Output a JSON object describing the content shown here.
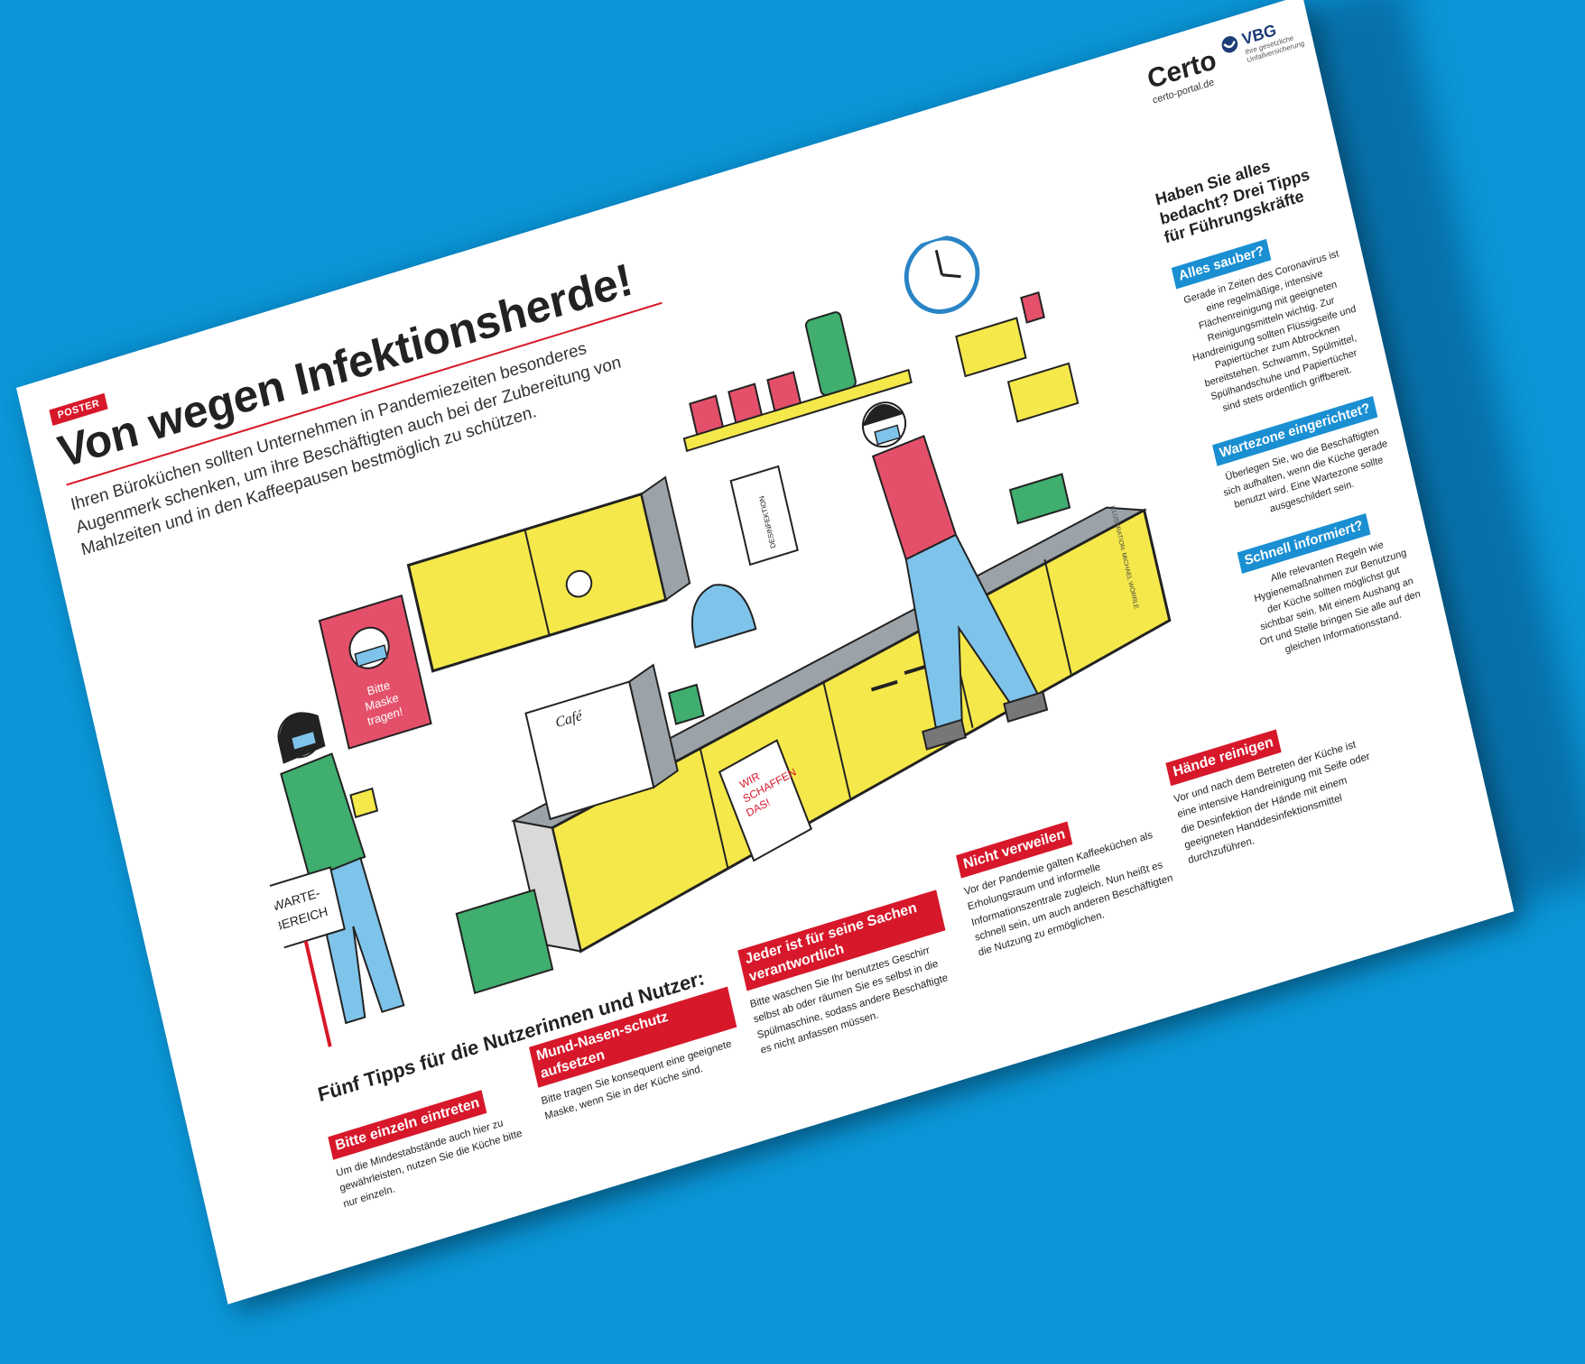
{
  "poster": {
    "tag": "POSTER",
    "headline_top": "Von wegen Infektionsherde!",
    "intro": "Ihren Büroküchen sollten Unternehmen in Pandemiezeiten besonderes Augenmerk schenken, um ihre Beschäftigten auch bei der Zubereitung von Mahlzeiten und in den Kaffeepausen bestmöglich zu schützen.",
    "logo": {
      "brand": "Certo",
      "url": "certo-portal.de",
      "vbg": "VBG",
      "vbg_sub1": "Ihre gesetzliche",
      "vbg_sub2": "Unfallversicherung"
    },
    "illustration": {
      "sign_mask": [
        "Bitte",
        "Maske",
        "tragen!"
      ],
      "sign_waiting": [
        "WARTE-",
        "BEREICH"
      ],
      "machine_label": "Café",
      "dispenser_label": "DESINFEKTION",
      "note": [
        "WIR",
        "SCHAFFEN",
        "DAS!"
      ],
      "credit": "ILLUSTRATION: MICHAEL WÖRRLE"
    },
    "sidebar": {
      "title": "Haben Sie alles bedacht? Drei Tipps für Führungskräfte",
      "blocks": [
        {
          "label": "Alles sauber?",
          "text": "Gerade in Zeiten des Coronavirus ist eine regelmäßige, intensive Flächenreinigung mit geeigneten Reinigungsmitteln wichtig. Zur Handreinigung sollten Flüssigseife und Papiertücher zum Abtrocknen bereitstehen. Schwamm, Spülmittel, Spülhandschuhe und Papiertücher sind stets ordentlich griffbereit."
        },
        {
          "label": "Wartezone eingerichtet?",
          "text": "Überlegen Sie, wo die Beschäftigten sich aufhalten, wenn die Küche gerade benutzt wird. Eine Wartezone sollte ausgeschildert sein."
        },
        {
          "label": "Schnell informiert?",
          "text": "Alle relevanten Regeln wie Hygienemaßnahmen zur Benutzung der Küche sollten möglichst gut sichtbar sein. Mit einem Aushang an Ort und Stelle bringen Sie alle auf den gleichen Informationsstand."
        }
      ]
    },
    "tips_title": "Fünf Tipps für die Nutzerinnen und Nutzer:",
    "tips": [
      {
        "label": "Bitte einzeln eintreten",
        "text": "Um die Mindestabstände auch hier zu gewährleisten, nutzen Sie die Küche bitte nur einzeln."
      },
      {
        "label": "Mund-Nasen-schutz aufsetzen",
        "text": "Bitte tragen Sie konsequent eine geeignete Maske, wenn Sie in der Küche sind."
      },
      {
        "label": "Jeder ist für seine Sachen verantwortlich",
        "text": "Bitte waschen Sie Ihr benutztes Geschirr selbst ab oder räumen Sie es selbst in die Spülmaschine, sodass andere Beschäftigte es nicht anfassen müssen."
      },
      {
        "label": "Nicht verweilen",
        "text": "Vor der Pandemie galten Kaffeeküchen als Erholungsraum und informelle Informationszentrale zugleich. Nun heißt es schnell sein, um auch anderen Beschäftigten die Nutzung zu ermöglichen."
      },
      {
        "label": "Hände reinigen",
        "text": "Vor und nach dem Betreten der Küche ist eine intensive Handreinigung mit Seife oder die Desinfektion der Hände mit einem geeigneten Handdesinfektionsmittel durchzuführen."
      }
    ]
  }
}
